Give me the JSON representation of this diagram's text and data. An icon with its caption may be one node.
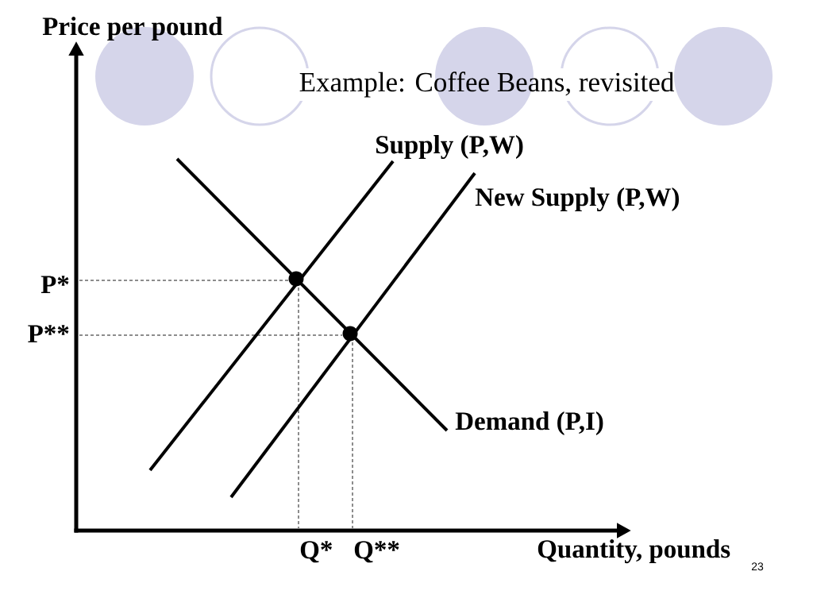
{
  "diagram": {
    "title": "Example: Coffee Beans, revisited",
    "labels": [
      "Price per pound",
      "Supply (P,W)",
      "New Supply (P,W)",
      "P*",
      "P**",
      "Demand (P,I)",
      "Q*",
      "Q**",
      "Quantity, pounds",
      "23"
    ]
  }
}
